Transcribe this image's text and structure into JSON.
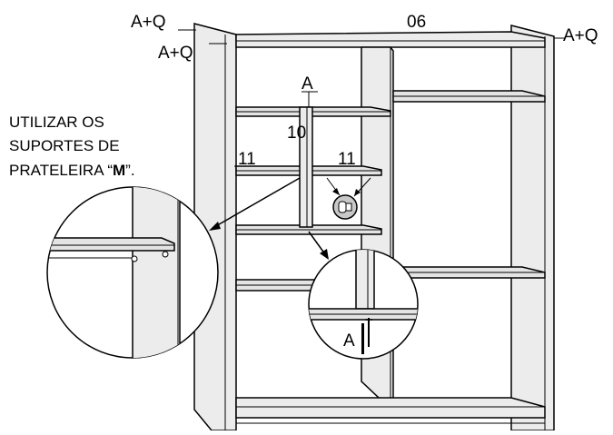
{
  "labels": {
    "part_top": "06",
    "left_top_1": "A+Q",
    "left_top_2": "A+Q",
    "right_top": "A+Q",
    "part_a": "A",
    "part_10": "10",
    "part_11_left": "11",
    "part_11_right": "11",
    "detail_a": "A"
  },
  "instruction": {
    "line1": "UTILIZAR OS",
    "line2": "SUPORTES DE",
    "line3_prefix": "PRATELEIRA “",
    "line3_bold": "M",
    "line3_suffix": "”."
  },
  "colors": {
    "panel_fill": "#ececec",
    "stroke": "#000000",
    "shelf_fill": "#e4e4e4"
  }
}
